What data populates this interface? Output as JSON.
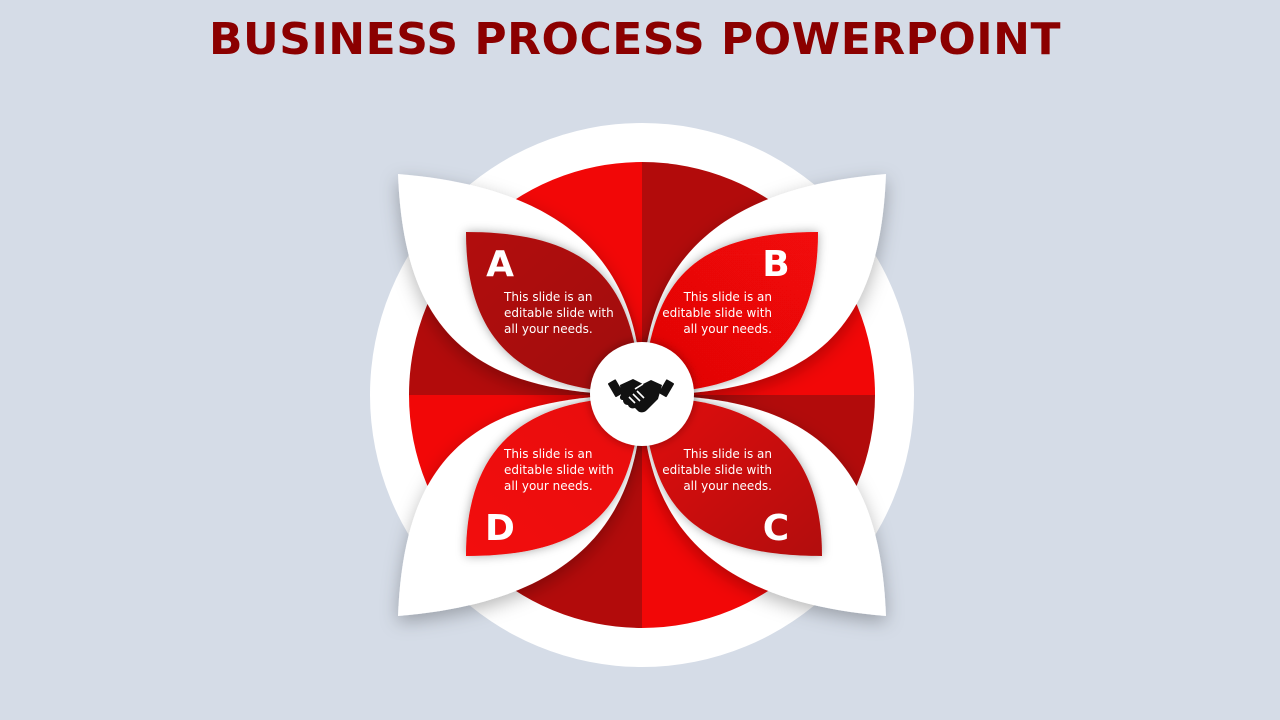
{
  "title": "BUSINESS PROCESS POWERPOINT",
  "colors": {
    "background": "#d5dce7",
    "title": "#8b0000",
    "red_bright": "#f20707",
    "red_dark": "#b20b0b",
    "white": "#ffffff"
  },
  "center_icon": "handshake-icon",
  "petals": [
    {
      "letter": "A",
      "lines": [
        "This slide is an",
        "editable slide with",
        "all your needs."
      ]
    },
    {
      "letter": "B",
      "lines": [
        "This slide is an",
        "editable slide with",
        "all your needs."
      ]
    },
    {
      "letter": "C",
      "lines": [
        "This slide is an",
        "editable slide with",
        "all your needs."
      ]
    },
    {
      "letter": "D",
      "lines": [
        "This slide is an",
        "editable slide with",
        "all your needs."
      ]
    }
  ]
}
